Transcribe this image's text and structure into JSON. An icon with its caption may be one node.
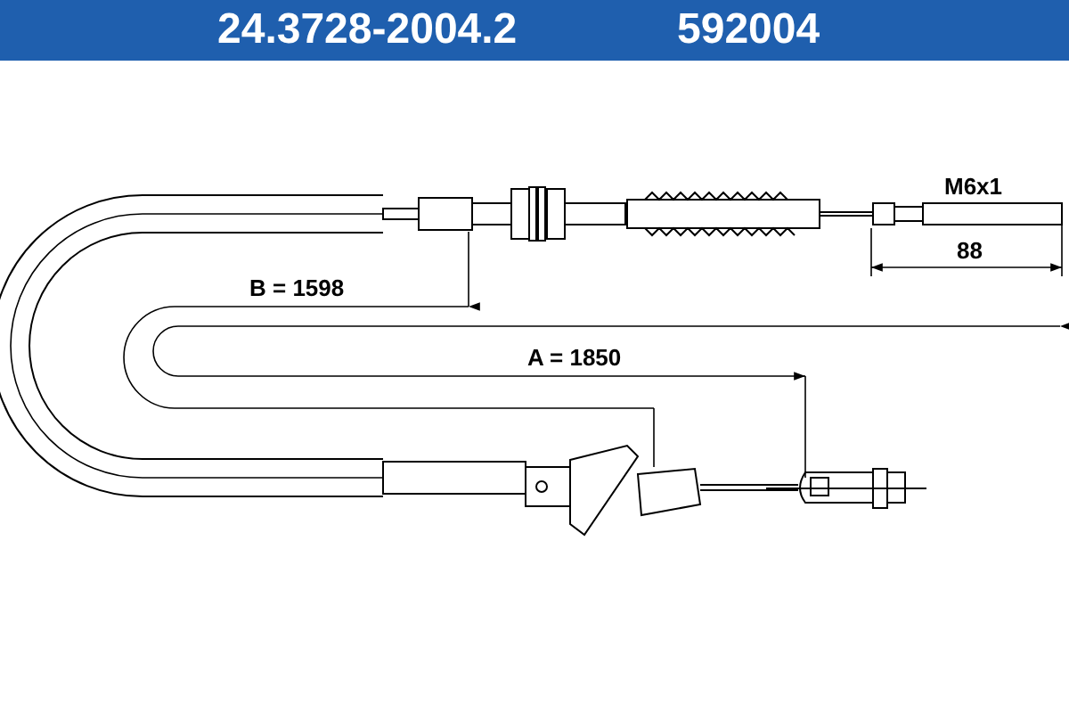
{
  "diagram": {
    "title": "24.3728-2004.2",
    "labels": [
      "592004",
      "M6x1",
      "88",
      "B = 1598",
      "A = 1850"
    ]
  }
}
